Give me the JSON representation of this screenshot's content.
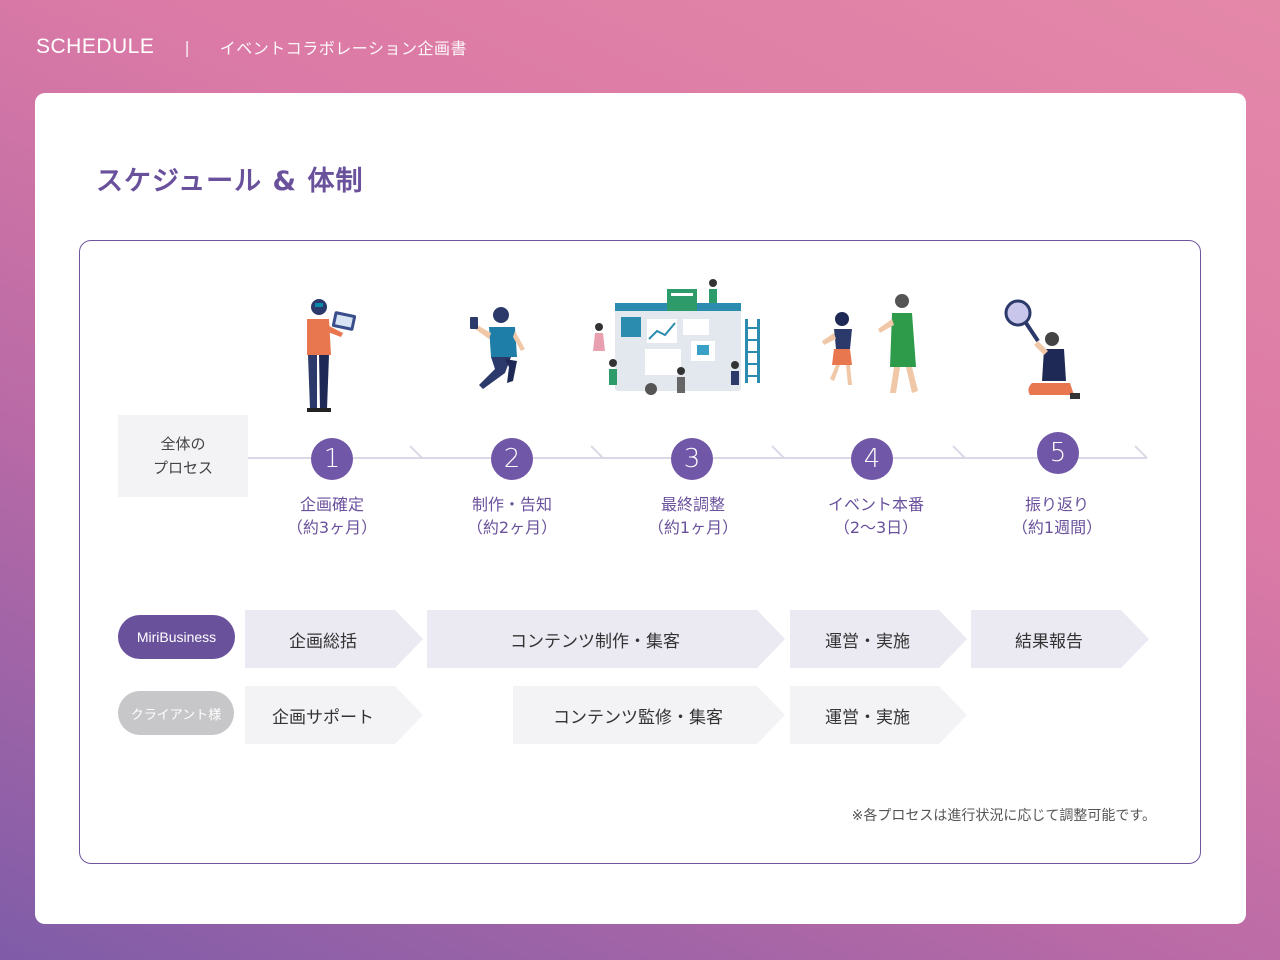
{
  "header": {
    "title": "SCHEDULE",
    "separator": "|",
    "subtitle": "イベントコラボレーション企画書"
  },
  "page": {
    "title": "スケジュール & 体制"
  },
  "process": {
    "label_line1": "全体の",
    "label_line2": "プロセス"
  },
  "steps": [
    {
      "number": "1",
      "name": "企画確定",
      "duration": "（約3ヶ月）"
    },
    {
      "number": "2",
      "name": "制作・告知",
      "duration": "（約2ヶ月）"
    },
    {
      "number": "3",
      "name": "最終調整",
      "duration": "（約1ヶ月）"
    },
    {
      "number": "4",
      "name": "イベント本番",
      "duration": "（2〜3日）"
    },
    {
      "number": "5",
      "name": "振り返り",
      "duration": "（約1週間）"
    }
  ],
  "roles": {
    "miri": {
      "label": "MiriBusiness",
      "tasks": [
        "企画総括",
        "コンテンツ制作・集客",
        "運営・実施",
        "結果報告"
      ]
    },
    "client": {
      "label": "クライアント様",
      "tasks": [
        "企画サポート",
        "コンテンツ監修・集客",
        "運営・実施"
      ]
    }
  },
  "note": "※各プロセスは進行状況に応じて調整可能です。",
  "colors": {
    "accent": "#6a519c",
    "chevron": "#ebe9f1",
    "client_pill": "#c7c7c9"
  }
}
